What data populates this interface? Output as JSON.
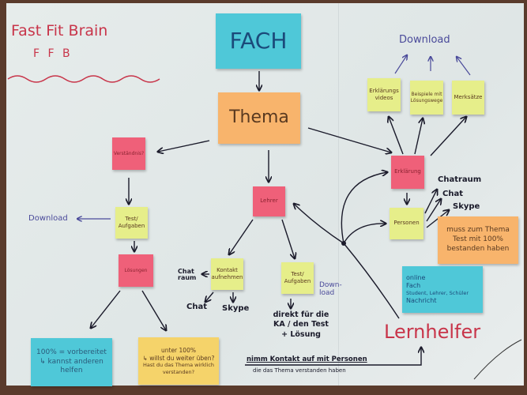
{
  "title": {
    "name": "Fast Fit Brain",
    "abbr": "F F B"
  },
  "notes": {
    "fach": "FACH",
    "thema": "Thema",
    "verstaendnis": "Verständnis?",
    "test_left": "Test/ Aufgaben",
    "loesungen": "Lösungen",
    "lehrer": "Lehrer",
    "kontakt": "Kontakt aufnehmen",
    "test_center": "Test/ Aufgaben",
    "erklaerung": "Erklärung",
    "personen": "Personen",
    "videos": "Erklärungs videos",
    "beispiele": "Beispiele mit Lösungswege",
    "merksaetze": "Merksätze",
    "muss": "muss zum Thema Test mit 100% bestanden haben",
    "online": {
      "l1": "online",
      "l2": "Fach",
      "l3": "Student, Lehrer, Schüler",
      "l4": "Nachricht"
    },
    "hundert": {
      "l1": "100% = vorbereitet",
      "l2": "↳ kannst anderen",
      "l3": "helfen"
    },
    "unter": {
      "l1": "unter 100%",
      "l2": "↳ willst du weiter üben?",
      "l3": "Hast du das Thema wirklich verstanden?"
    }
  },
  "labels": {
    "download_left": "Download",
    "download_top": "Download",
    "download_center": "Down- load",
    "chatraum_left": "Chat raum",
    "chat_left": "Chat",
    "skype_left": "Skype",
    "chatraum_right": "Chatraum",
    "chat_right": "Chat",
    "skype_right": "Skype",
    "direkt": "direkt für die KA / den Test + Lösung",
    "lernhelfer": "Lernhelfer",
    "kontakt_line1": "nimm Kontakt auf mit Personen",
    "kontakt_line2": "die das Thema verstanden haben"
  },
  "colors": {
    "pink": "#ef6079",
    "yellow": "#e6ee8a",
    "orange": "#f8b46c",
    "cyan": "#4fc8d8",
    "title_red": "#c8354a"
  }
}
